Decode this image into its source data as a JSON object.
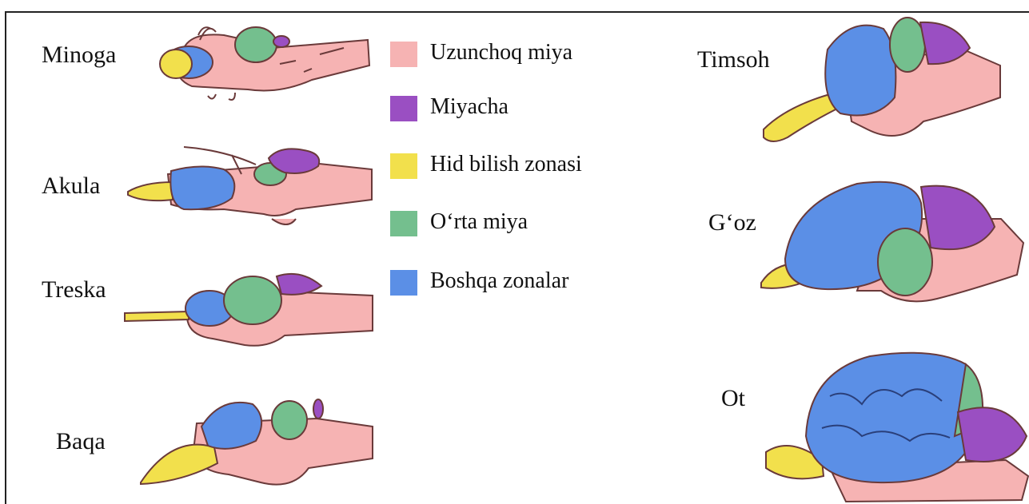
{
  "colors": {
    "medulla": "#f6b3b3",
    "cerebellum": "#9a4fc2",
    "olfactory": "#f2e04c",
    "midbrain": "#74bf8e",
    "other": "#5b8fe6",
    "outline": "#6a3a3a"
  },
  "species": {
    "minoga": "Minoga",
    "akula": "Akula",
    "treska": "Treska",
    "baqa": "Baqa",
    "timsoh": "Timsoh",
    "goz": "G‘oz",
    "ot": "Ot"
  },
  "legend": {
    "medulla": "Uzunchoq miya",
    "cerebellum": "Miyacha",
    "olfactory": "Hid bilish zonasi",
    "midbrain": "O‘rta miya",
    "other": "Boshqa zonalar"
  }
}
